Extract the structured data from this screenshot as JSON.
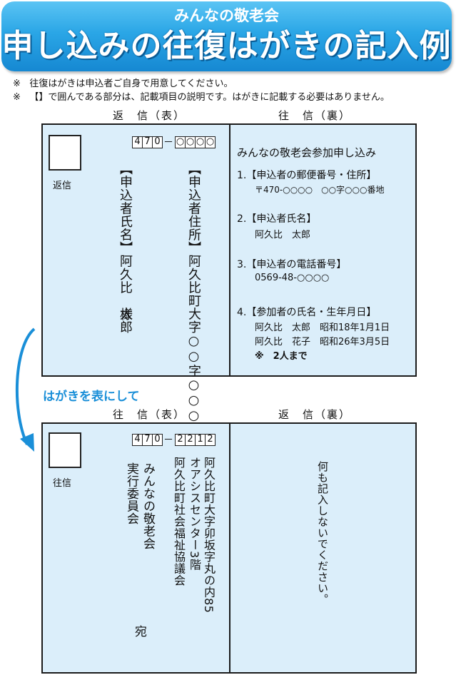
{
  "banner": {
    "subtitle": "みんなの敬老会",
    "title": "申し込みの往復はがきの記入例"
  },
  "notes": [
    {
      "mark": "※",
      "text": "往復はがきは申込者ご自身で用意してください。"
    },
    {
      "mark": "※",
      "text": "【】で囲んである部分は、記載項目の説明です。はがきに記載する必要はありません。"
    }
  ],
  "card1": {
    "left_label": "返　信（表）",
    "right_label": "往　信（裏）",
    "stamp_label": "返信",
    "postal": {
      "first": [
        "4",
        "7",
        "0"
      ],
      "dash": "－",
      "second": [
        "○",
        "○",
        "○",
        "○"
      ]
    },
    "address": "【申込者住所】阿久比町大字○○字○○○番地",
    "name": "【申込者氏名】阿久比　太郎",
    "honorific": "様",
    "back_title": "みんなの敬老会参加申し込み",
    "items": [
      {
        "h": "1.【申込者の郵便番号・住所】",
        "v": [
          "〒470-○○○○　○○字○○○番地"
        ]
      },
      {
        "h": "2.【申込者氏名】",
        "v": [
          "阿久比　太郎"
        ]
      },
      {
        "h": "3.【申込者の電話番号】",
        "v": [
          "0569-48-○○○○"
        ]
      },
      {
        "h": "4.【参加者の氏名・生年月日】",
        "v": [
          "阿久比　太郎　昭和18年1月1日",
          "阿久比　花子　昭和26年3月5日",
          "※　2人まで"
        ]
      }
    ]
  },
  "flip_label": "はがきを表にして",
  "card2": {
    "left_label": "往　信（表）",
    "right_label": "返　信（裏）",
    "stamp_label": "往信",
    "postal": {
      "first": [
        "4",
        "7",
        "0"
      ],
      "dash": "－",
      "second": [
        "2",
        "2",
        "1",
        "2"
      ]
    },
    "address1": "阿久比町大字卯坂字丸の内85",
    "address2": "オアシスセンター3階",
    "address3": "阿久比町社会福祉協議会",
    "recipient1": "みんなの敬老会",
    "recipient2": "実行委員会",
    "honorific": "宛",
    "back_note": "何も記入しないでください。"
  },
  "colors": {
    "banner": "#2aa6e6",
    "card_bg": "#dbeefa",
    "accent": "#1a8fd8"
  }
}
